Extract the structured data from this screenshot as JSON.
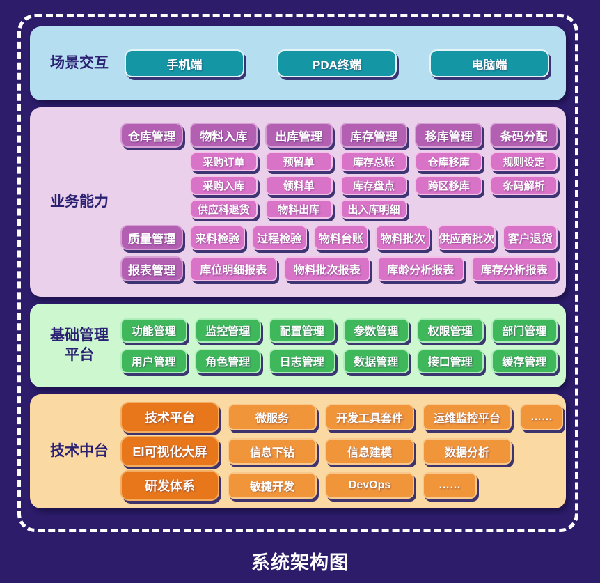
{
  "page": {
    "title": "系统架构图",
    "background": "#2c1c6a",
    "frame_border_color": "#ffffff"
  },
  "sections": {
    "scene": {
      "label": "场景交互",
      "background": "#b5dff0",
      "button_color": "#1496a4",
      "buttons": [
        "手机端",
        "PDA终端",
        "电脑端"
      ]
    },
    "business": {
      "label": "业务能力",
      "background": "#ead0ea",
      "header_color": "#b35fb2",
      "item_color": "#d973c7",
      "warehouse": {
        "header": "仓库管理",
        "primary_row": [
          "物料入库",
          "出库管理",
          "库存管理",
          "移库管理",
          "条码分配"
        ],
        "rows": [
          [
            "采购订单",
            "预留单",
            "库存总账",
            "仓库移库",
            "规则设定"
          ],
          [
            "采购入库",
            "领料单",
            "库存盘点",
            "跨区移库",
            "条码解析"
          ],
          [
            "供应科退货",
            "物料出库",
            "出入库明细"
          ]
        ]
      },
      "quality": {
        "header": "质量管理",
        "items": [
          "来料检验",
          "过程检验",
          "物料台账",
          "物料批次",
          "供应商批次",
          "客户退货"
        ]
      },
      "report": {
        "header": "报表管理",
        "items": [
          "库位明细报表",
          "物料批次报表",
          "库龄分析报表",
          "库存分析报表"
        ]
      }
    },
    "platform": {
      "label_line1": "基础管理",
      "label_line2": "平台",
      "background": "#cdf7cf",
      "item_color": "#3fb85b",
      "rows": [
        [
          "功能管理",
          "监控管理",
          "配置管理",
          "参数管理",
          "权限管理",
          "部门管理"
        ],
        [
          "用户管理",
          "角色管理",
          "日志管理",
          "数据管理",
          "接口管理",
          "缓存管理"
        ]
      ]
    },
    "tech": {
      "label": "技术中台",
      "background": "#fbd9a2",
      "header_color": "#e8771b",
      "item_color": "#f0953a",
      "rows": [
        {
          "header": "技术平台",
          "items": [
            "微服务",
            "开发工具套件",
            "运维监控平台",
            "……"
          ]
        },
        {
          "header": "EI可视化大屏",
          "items": [
            "信息下钻",
            "信息建模",
            "数据分析"
          ]
        },
        {
          "header": "研发体系",
          "items": [
            "敏捷开发",
            "DevOps",
            "……"
          ]
        }
      ]
    }
  }
}
